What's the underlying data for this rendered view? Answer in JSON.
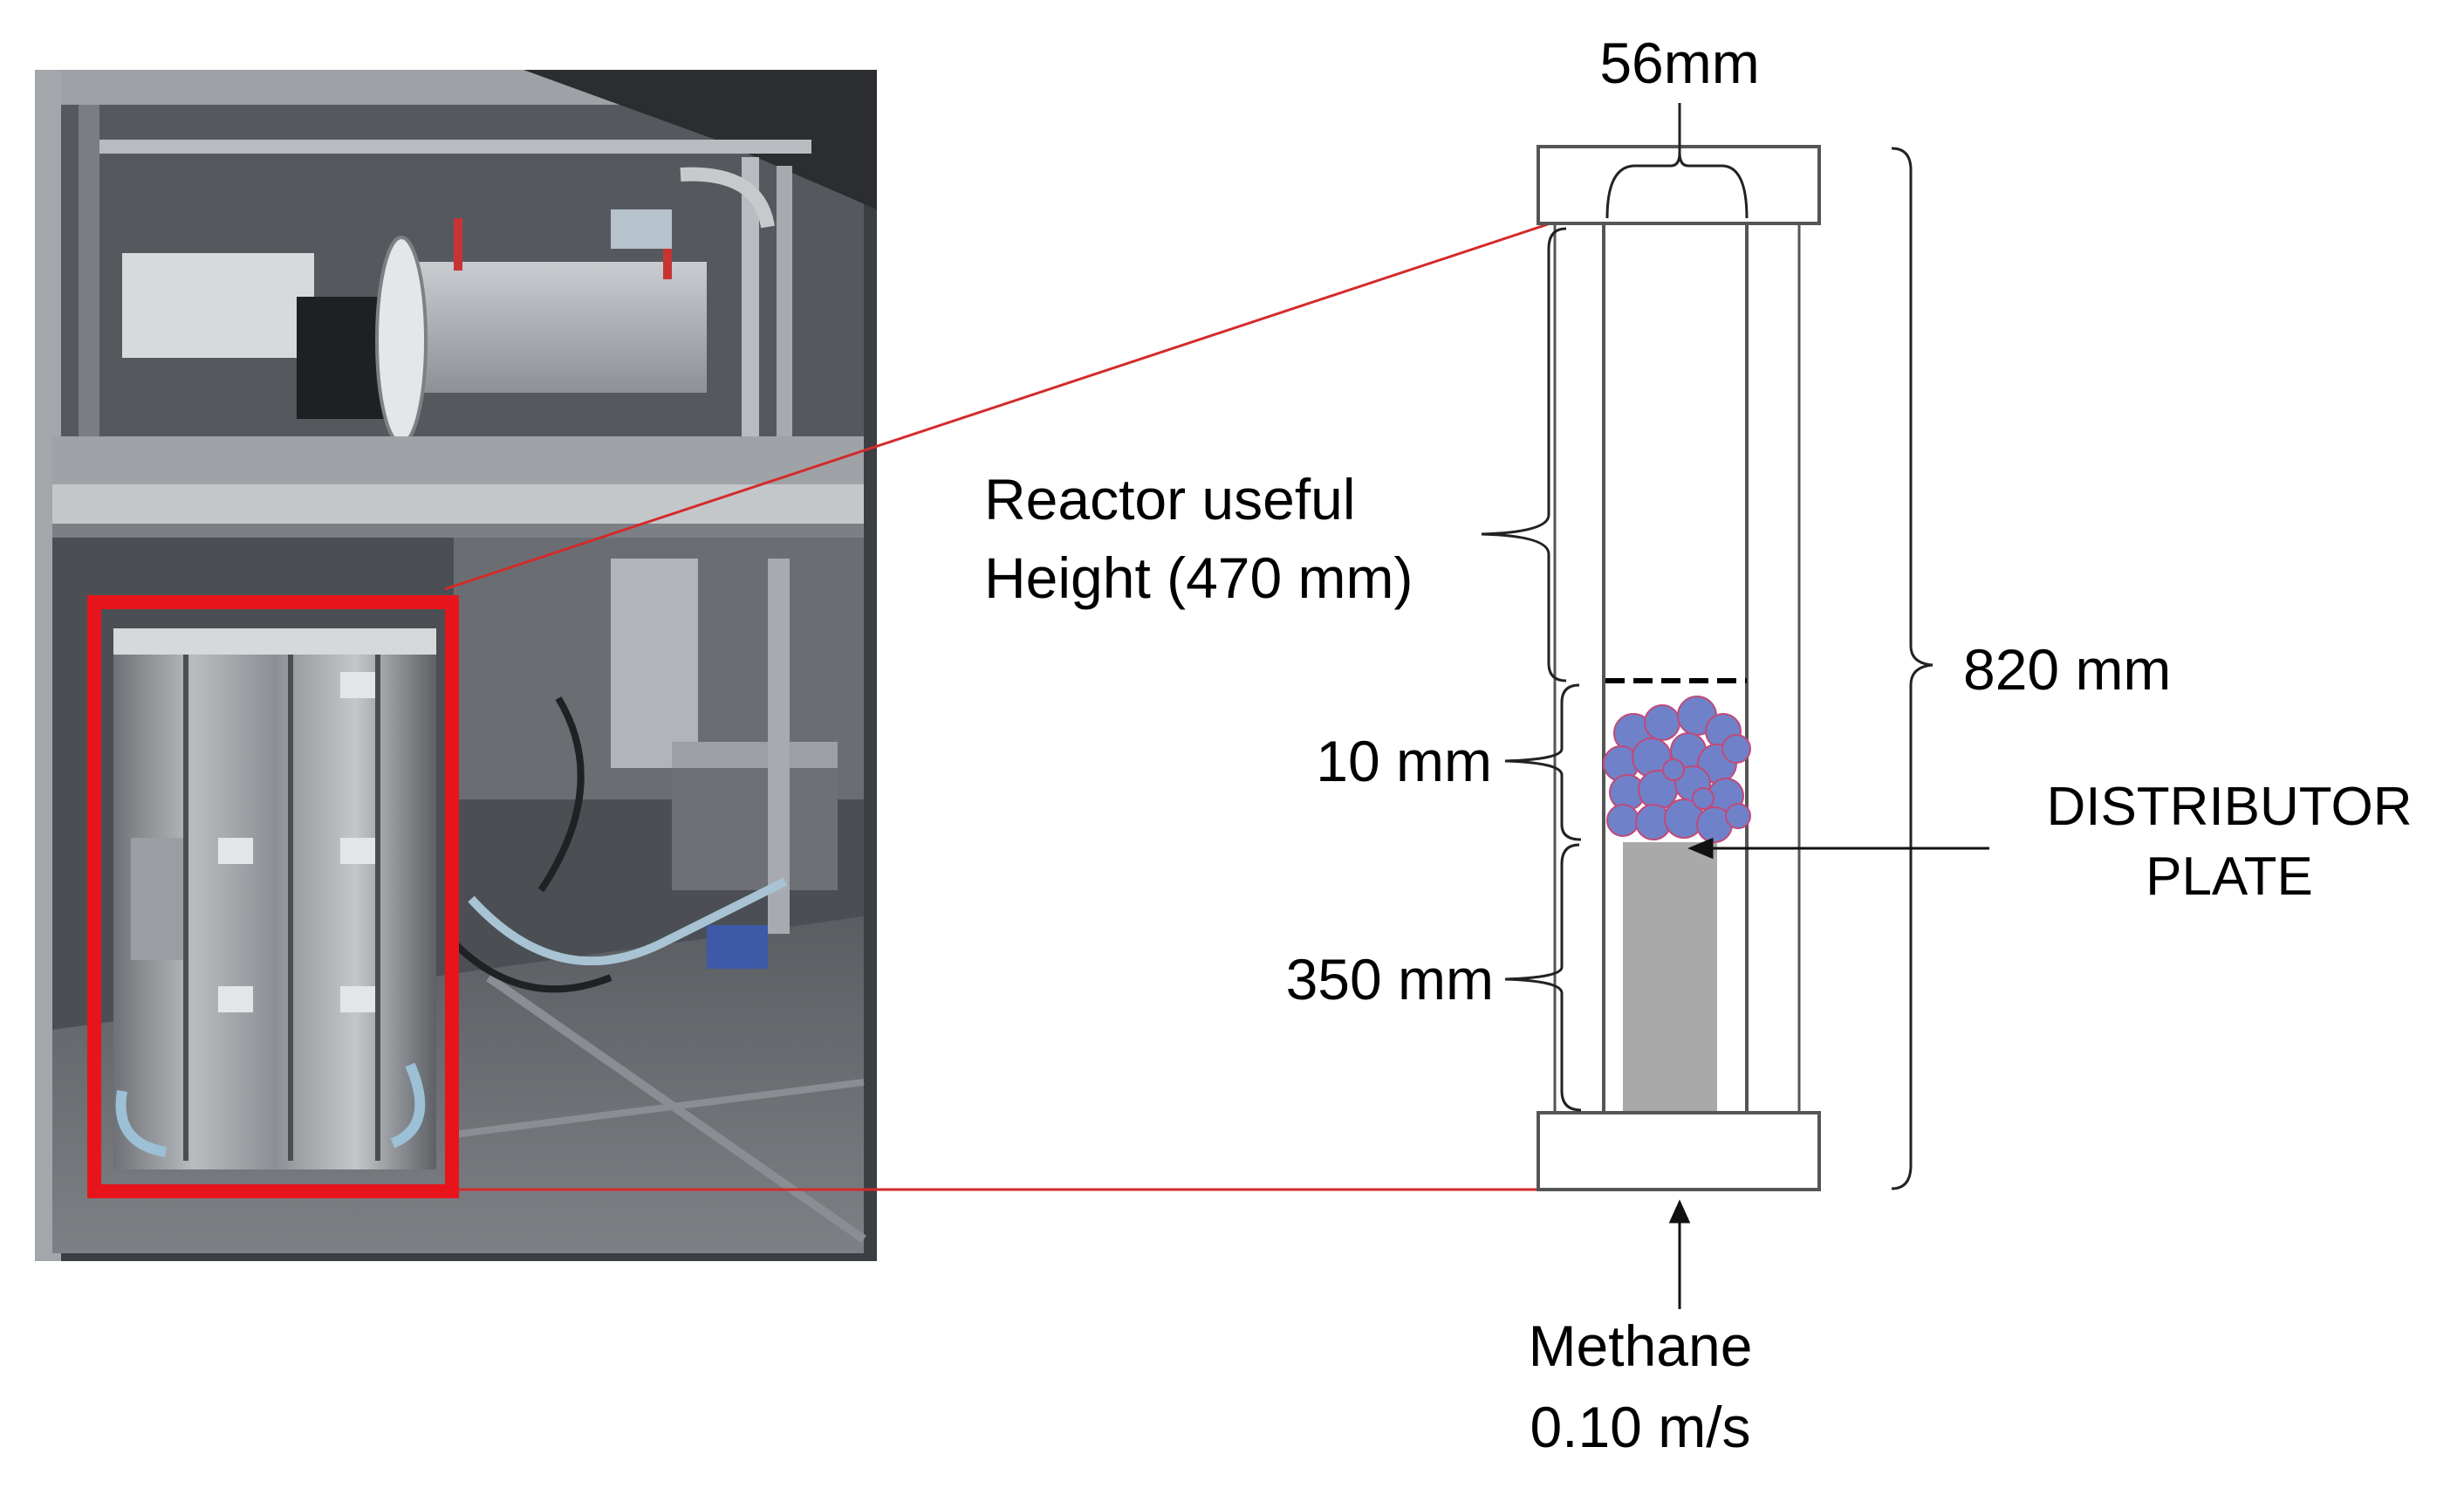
{
  "labels": {
    "diameter": "56mm",
    "useful_height_line1": "Reactor useful",
    "useful_height_line2": "Height (470 mm)",
    "total_height": "820 mm",
    "bed_height": "10 mm",
    "distributor_line1": "DISTRIBUTOR",
    "distributor_line2": "PLATE",
    "lower_section": "350 mm",
    "gas_line1": "Methane",
    "gas_line2": "0.10 m/s"
  },
  "colors": {
    "highlight_frame": "#e8141c",
    "connector_line": "#d42a2a",
    "reactor_outline": "#555555",
    "packed_support": "#a9a9a9",
    "particles": "#6f82c9",
    "particle_edge": "#c04a7a"
  }
}
